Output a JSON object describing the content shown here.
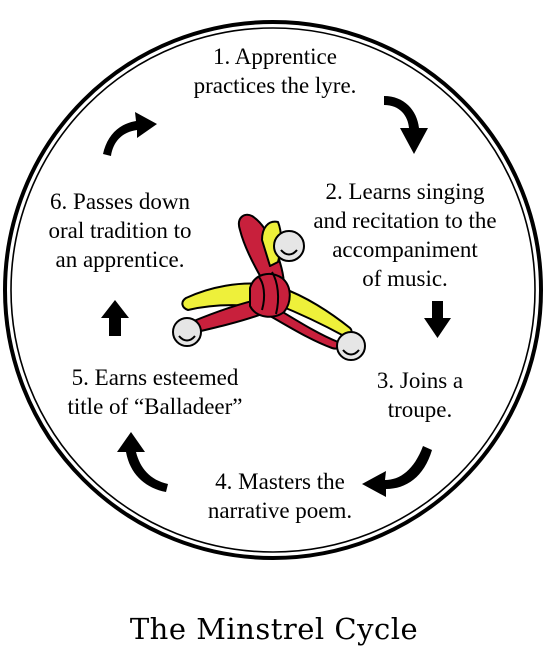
{
  "steps": [
    {
      "lines": [
        "1. Apprentice",
        "practices the lyre."
      ]
    },
    {
      "lines": [
        "2. Learns singing",
        "and recitation to the",
        "accompaniment",
        "of music."
      ]
    },
    {
      "lines": [
        "3. Joins a",
        "troupe."
      ]
    },
    {
      "lines": [
        "4. Masters the",
        "narrative poem."
      ]
    },
    {
      "lines": [
        "5. Earns esteemed",
        "title of “Balladeer”"
      ]
    },
    {
      "lines": [
        "6. Passes down",
        "oral tradition to",
        "an apprentice."
      ]
    }
  ],
  "caption": "The Minstrel Cycle",
  "colors": {
    "jester_red": "#c8203c",
    "jester_yellow": "#eef03a",
    "bell_silver": "#e6e6e6",
    "outline": "#000000"
  },
  "icons": [
    "jester-hat-icon",
    "curved-arrow-icon",
    "straight-arrow-icon"
  ]
}
